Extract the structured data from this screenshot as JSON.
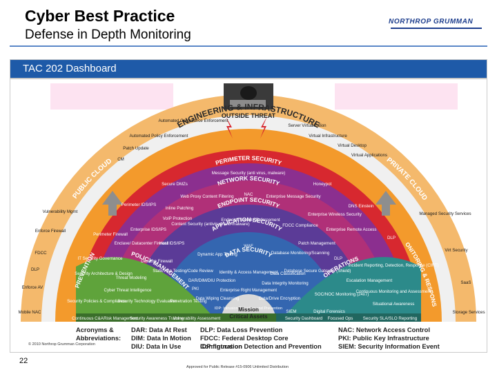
{
  "slide": {
    "title": "Cyber Best Practice",
    "subtitle": "Defense in Depth Monitoring",
    "logo": "NORTHROP GRUMMAN",
    "page_number": "22",
    "footer": "Approved for Public Release #15-0906 Unlimited Distribution"
  },
  "dashboard": {
    "title": "TAC 202 Dashboard"
  },
  "diagram": {
    "threat_label": "OUTSIDE THREAT",
    "center": [
      "Mission",
      "Critical Assets"
    ],
    "outer_left": [
      "Automated Compliance Enforcement",
      "Automated Policy Enforcement",
      "Patch Update",
      "CM"
    ],
    "outer_right": [
      "Server Virtualization",
      "Virtual Infrastructure",
      "Virtual Desktop",
      "Virtual Applications"
    ],
    "left_side": [
      "Vulnerability Mgmt",
      "Enforce Firewall",
      "FDCC",
      "DLP",
      "Enforce AV",
      "Mobile NAC"
    ],
    "right_side": [
      "Managed Security Services",
      "Virt Security",
      "SaaS",
      "Storage Services"
    ],
    "ring_titles": {
      "engineering": "ENGINEERING & INFRASTRUCTURE",
      "public_cloud": "PUBLIC CLOUD",
      "private_cloud": "PRIVATE CLOUD",
      "perimeter": "PERIMETER SECURITY",
      "network": "NETWORK SECURITY",
      "endpoint": "ENDPOINT SECURITY",
      "application": "APPLICATION SECURITY",
      "data": "DATA SECURITY",
      "prevention": "PREVENTION",
      "policy": "POLICY MANAGEMENT",
      "operations": "OPERATIONS",
      "monitoring": "MONITORING & RESPONSE"
    },
    "perimeter": [
      "Message Security (anti virus, malware)",
      "Secure DMZs",
      "Honeypot"
    ],
    "network": [
      "Web Proxy Content Filtering",
      "NAC",
      "Enterprise Message Security",
      "Perimeter IDS/IPS",
      "Inline Patching",
      "DNS Einstein"
    ],
    "endpoint": [
      "VoIP Protection",
      "Content Security (antivirus, anti-malware)",
      "Endpoint Security Enforcement",
      "FDCC Compliance",
      "Enterprise Wireless Security",
      "Enterprise IDS/IPS",
      "Perimeter Firewall",
      "Host IDS/IPS",
      "Enclave/ Datacenter Firewall",
      "Enterprise Remote Access",
      "Patch Management",
      "DLP"
    ],
    "application": [
      "WAF",
      "Dynamic App Testing",
      "Database Monitoring/Scanning",
      "DLP",
      "Desktop Firewall",
      "Static App Testing/Code Review"
    ],
    "data": [
      "Identity & Access Management",
      "Data Classification",
      "DAR/DIM/DIU Protection",
      "Data Integrity Monitoring",
      "Database Secure Gateway (Shield)",
      "PKI",
      "Enterprise Right Management",
      "Data Wiping Cleansing",
      "Data/Drive Encryption",
      "IDP: Intrusion Detection and Prevention"
    ],
    "prevention": [
      "IT Security Governance",
      "Security Architecture & Design",
      "Threat Modeling",
      "Cyber Threat Intelligence",
      "Security Policies & Compliance",
      "Security Technology Evaluation",
      "Penetration Testing"
    ],
    "operations": [
      "Incident Reporting, Detection, Response (CIRT)",
      "Escalation Management",
      "SOC/NOC Monitoring (24x7)",
      "Continuous Monitoring and Assessment",
      "Situational Awareness"
    ],
    "bottom_row": [
      "Continuous C&A",
      "Risk Management",
      "Security Awareness Training",
      "Vulnerability Assessment",
      "Security Dashboard",
      "Focused Ops",
      "SIEM",
      "Digital Forensics",
      "Security SLA/SLO Reporting"
    ]
  },
  "legend": {
    "header": [
      "Acronyms &",
      "Abbreviations:"
    ],
    "col1": [
      "DAR: Data At Rest",
      "DIM: Data In Motion",
      "DIU: Data In Use"
    ],
    "col2": [
      "DLP: Data Loss Prevention",
      "FDCC: Federal Desktop Core Configuration",
      "IDP: Intrusion Detection and Prevention"
    ],
    "col3": [
      "NAC: Network Access Control",
      "PKI: Public Key Infrastructure",
      "SIEM: Security Information Event Management"
    ]
  },
  "copyright": "© 2010 Northrop Grumman Corporation",
  "colors": {
    "header_blue": "#1e5aa8",
    "outer_ring": "#f4b96c",
    "engineering": "#f0f0f0",
    "cloud_band": "#f39a2c",
    "perimeter": "#d7282f",
    "network": "#8b2f8f",
    "endpoint": "#b03078",
    "application": "#5b3b97",
    "data": "#3466b0",
    "prevention": "#5fa33b",
    "operations": "#2c8a8a",
    "center": "#d9d9d9"
  }
}
